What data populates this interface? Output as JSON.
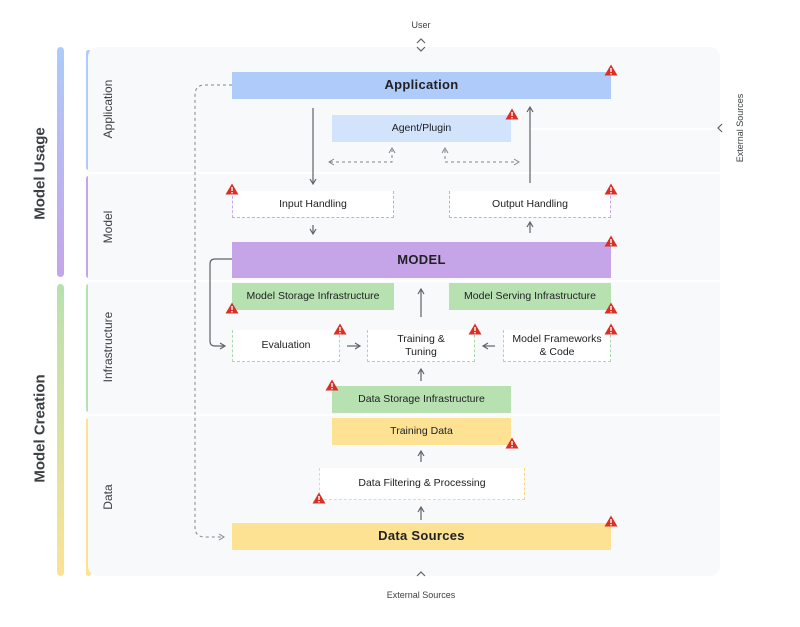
{
  "top_label": "User",
  "bottom_label": "External Sources",
  "right_label": "External Sources",
  "categories": {
    "usage": "Model Usage",
    "creation": "Model Creation"
  },
  "rows": {
    "application": "Application",
    "model": "Model",
    "infrastructure": "Infrastructure",
    "data": "Data"
  },
  "nodes": {
    "application": "Application",
    "agent_plugin": "Agent/Plugin",
    "input_handling": "Input Handling",
    "output_handling": "Output Handling",
    "model": "MODEL",
    "model_storage": "Model Storage Infrastructure",
    "model_serving": "Model Serving Infrastructure",
    "evaluation": "Evaluation",
    "training_tuning": "Training & Tuning",
    "model_frameworks": "Model Frameworks & Code",
    "data_storage": "Data Storage Infrastructure",
    "training_data": "Training Data",
    "data_filtering": "Data Filtering & Processing",
    "data_sources": "Data Sources"
  },
  "colors": {
    "blue": "#aecbfa",
    "light_blue": "#d2e3fc",
    "purple": "#c5a5e8",
    "green": "#b7e1b1",
    "yellow": "#fde293",
    "warning": "#d93025"
  }
}
